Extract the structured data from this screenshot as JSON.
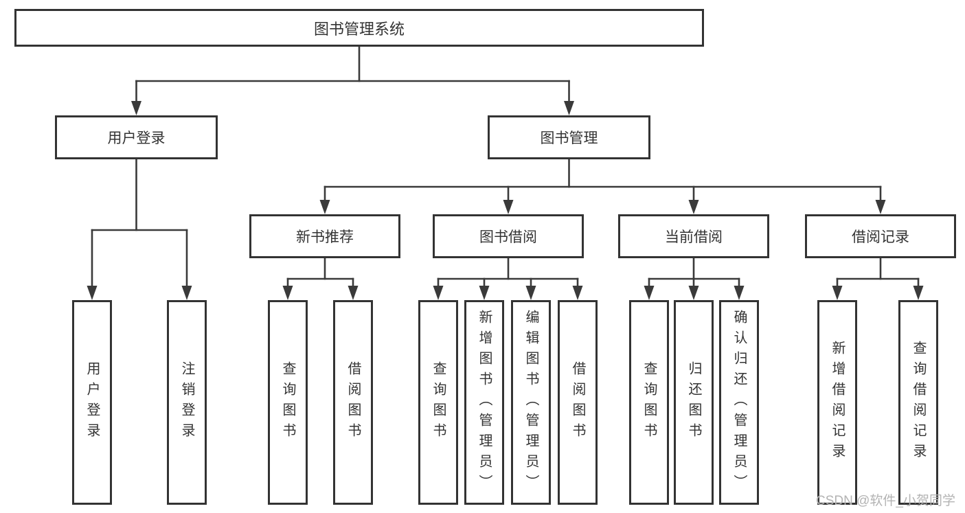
{
  "diagram": {
    "root": {
      "label": "图书管理系统"
    },
    "user_branch": {
      "label": "用户登录",
      "leaves": [
        "用户登录",
        "注销登录"
      ]
    },
    "mgmt_branch": {
      "label": "图书管理",
      "groups": [
        {
          "label": "新书推荐",
          "leaves": [
            "查询图书",
            "借阅图书"
          ]
        },
        {
          "label": "图书借阅",
          "leaves": [
            "查询图书",
            "新增图书（管理员）",
            "编辑图书（管理员）",
            "借阅图书"
          ]
        },
        {
          "label": "当前借阅",
          "leaves": [
            "查询图书",
            "归还图书",
            "确认归还（管理员）"
          ]
        },
        {
          "label": "借阅记录",
          "leaves": [
            "新增借阅记录",
            "查询借阅记录"
          ]
        }
      ]
    }
  },
  "colors": {
    "line": "#3a3a3a",
    "box_border": "#333333",
    "text": "#333333",
    "watermark": "#b3b3b3",
    "background": "#ffffff"
  },
  "watermark": {
    "text": "CSDN @软件_小贺同学"
  }
}
